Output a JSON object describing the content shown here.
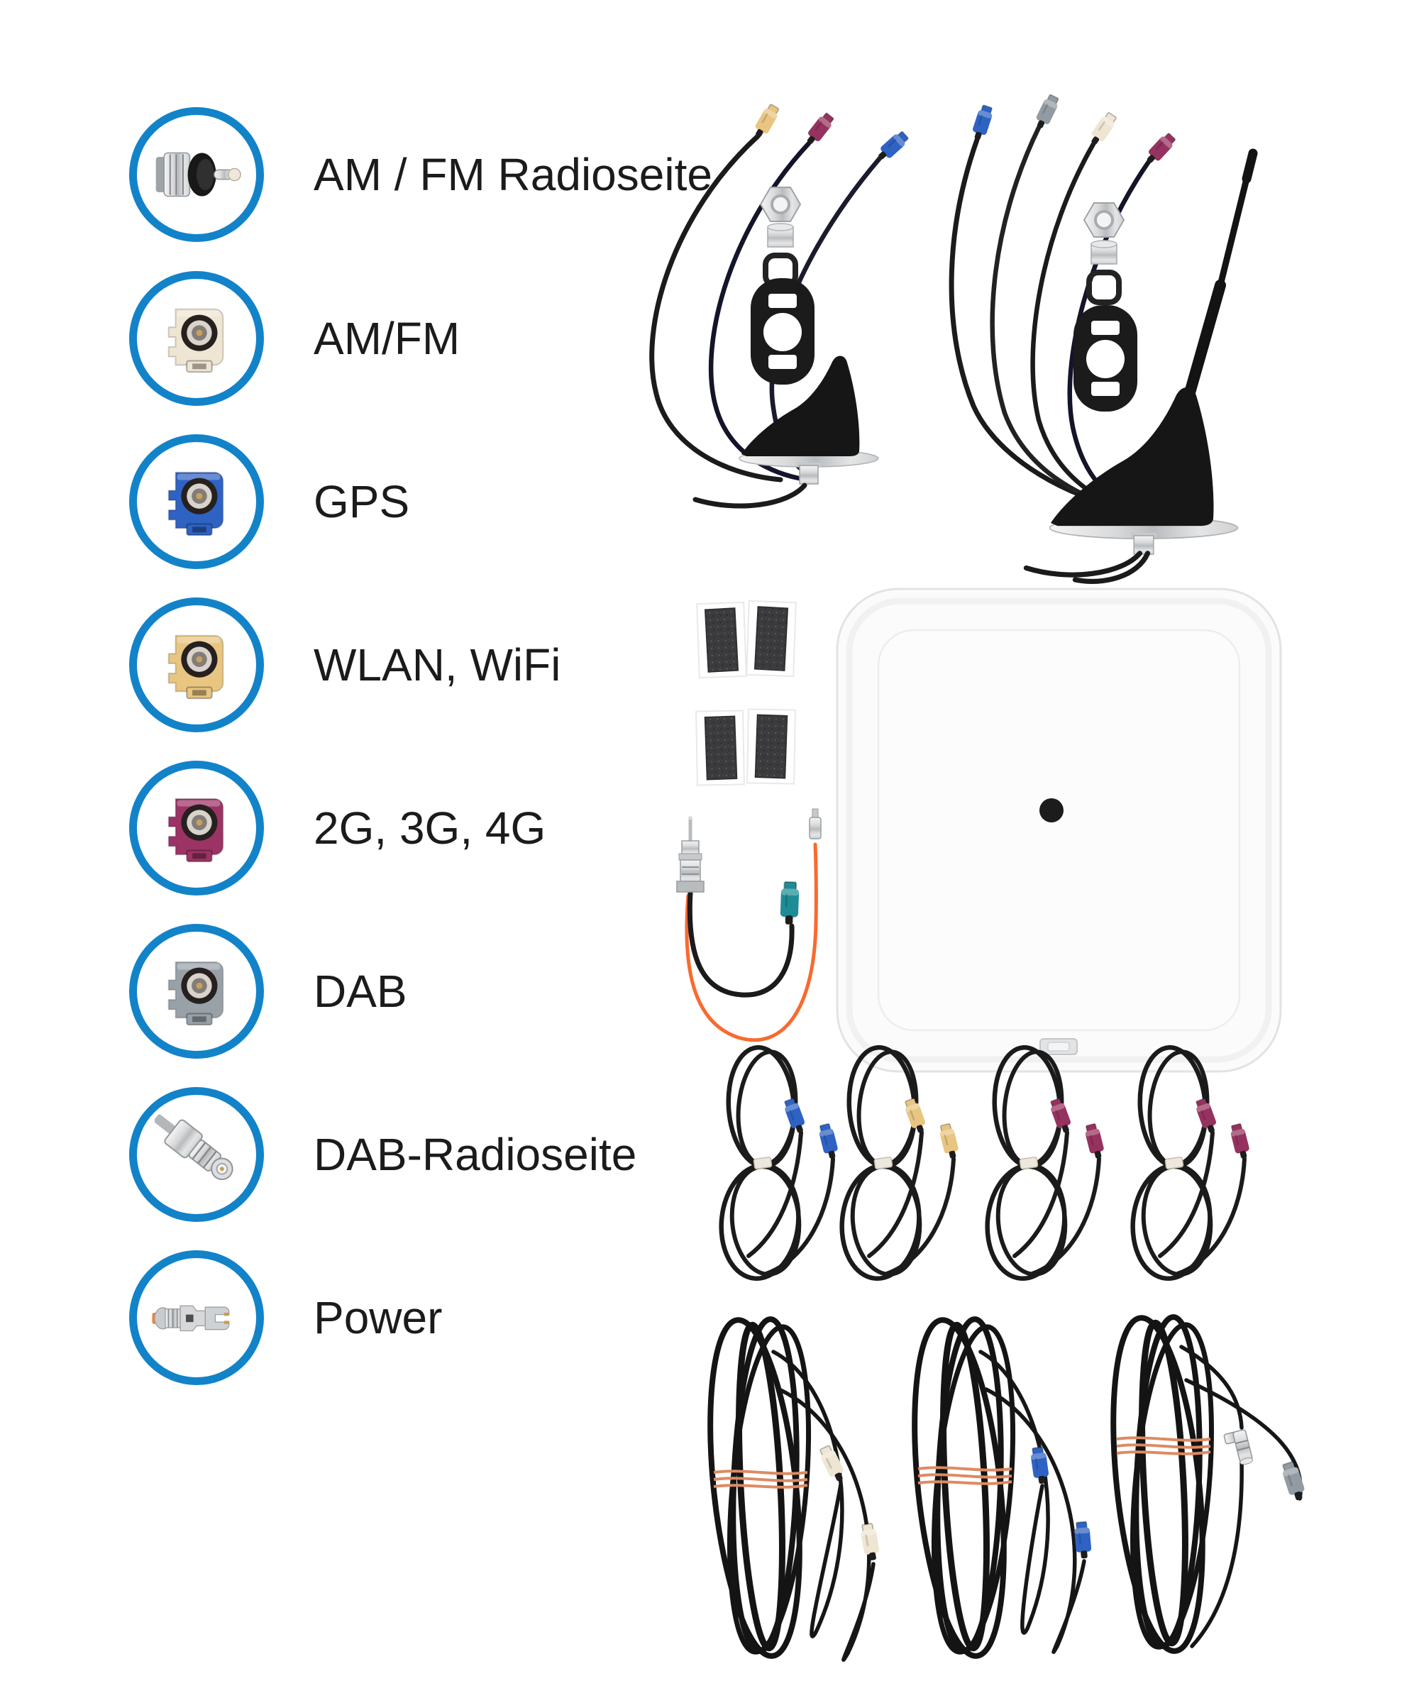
{
  "page": {
    "background": "#ffffff"
  },
  "colors": {
    "ring-blue": "#1283c9",
    "text": "#1b1b1b",
    "cable-black": "#1b1b1b",
    "fakra-blue": "#2e62c3",
    "fakra-cream": "#efe5d3",
    "fakra-beige": "#e8c580",
    "fakra-bordeaux": "#96325f",
    "fakra-grey": "#939ba2",
    "fakra-teal": "#1e8c97",
    "wire-orange": "#f96a2e",
    "tie-copper": "#dd8a62",
    "foam-dark": "#3b3b3d",
    "panel-white": "#fbfbfc",
    "panel-edge": "#e2e3e4",
    "fin-black": "#161616",
    "chrome-edge": "#9fa3a6"
  },
  "legend": {
    "items": [
      {
        "label": "AM / FM Radioseite",
        "icon": "din-plug-icon",
        "color": "#c6c9cc"
      },
      {
        "label": "AM/FM",
        "icon": "fakra-connector-icon",
        "color": "#efe5d3"
      },
      {
        "label": "GPS",
        "icon": "fakra-connector-icon",
        "color": "#2e62c3"
      },
      {
        "label": "WLAN, WiFi",
        "icon": "fakra-connector-icon",
        "color": "#e8c580"
      },
      {
        "label": "2G, 3G, 4G",
        "icon": "fakra-connector-icon",
        "color": "#9c3365"
      },
      {
        "label": "DAB",
        "icon": "fakra-connector-icon",
        "color": "#99a1a8"
      },
      {
        "label": "DAB-Radioseite",
        "icon": "smb-angle-connector-icon",
        "color": "#c6c9cc"
      },
      {
        "label": "Power",
        "icon": "power-terminal-icon",
        "color": "#c6c9cc"
      }
    ]
  },
  "scene": {
    "items": [
      "roof-antenna-with-three-cables",
      "roof-antenna-with-rod-and-four-cables",
      "mounting-nut",
      "mounting-spacer",
      "seal-ring",
      "rubber-gasket",
      "foam-pads-2x2",
      "din-to-fakra-adapter-cable-with-orange-wire",
      "flat-panel-antenna-with-center-dot",
      "fakra-extension-cable-loops-4x",
      "long-antenna-cable-coils-3x"
    ]
  }
}
